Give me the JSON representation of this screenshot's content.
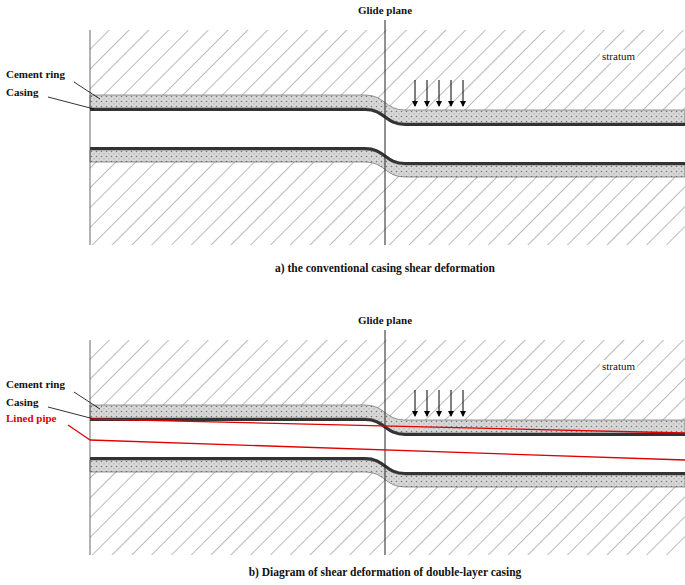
{
  "diagram": {
    "labels": [
      "Glide plane",
      "stratum",
      "Cement ring",
      "Casing",
      "a) the conventional casing shear deformation",
      "Glide plane",
      "stratum",
      "Cement ring",
      "Casing",
      "Lined pipe",
      "b) Diagram of shear deformation of double-layer casing"
    ]
  }
}
